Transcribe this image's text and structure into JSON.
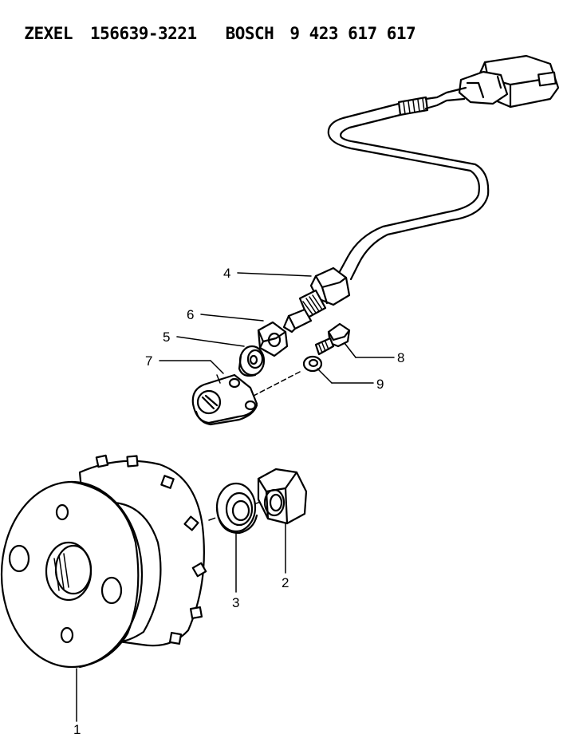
{
  "header": {
    "brand1": "ZEXEL",
    "part1": "156639-3221",
    "brand2": "BOSCH",
    "part2": "9 423 617 617"
  },
  "callouts": {
    "c1": "1",
    "c2": "2",
    "c3": "3",
    "c4": "4",
    "c5": "5",
    "c6": "6",
    "c7": "7",
    "c8": "8",
    "c9": "9"
  }
}
